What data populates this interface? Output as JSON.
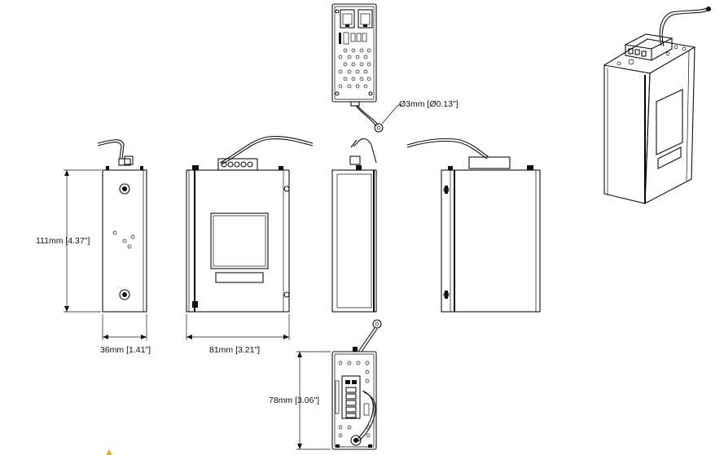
{
  "dimensions": {
    "height_label": "111mm [4.37\"]",
    "depth_label": "36mm [1.41\"]",
    "width_label": "81mm [3.21\"]",
    "bottom_label": "78mm [3.06\"]",
    "hole_label": "Ø3mm [Ø0.13\"]"
  },
  "colors": {
    "line": "#111111",
    "background": "#ffffff"
  }
}
